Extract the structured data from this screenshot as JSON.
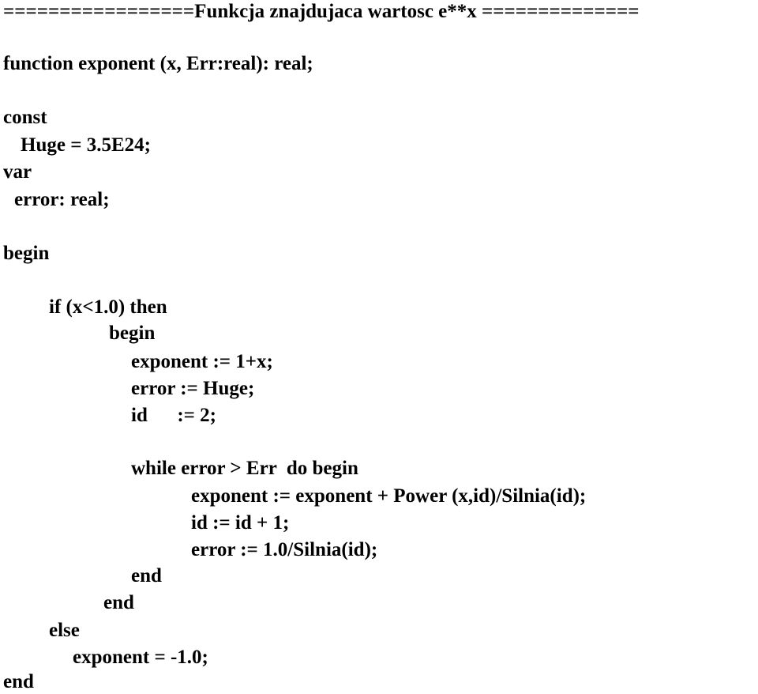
{
  "code": {
    "lines": [
      "=================Funkcja znajdujaca wartosc e**x ==============",
      "function exponent (x, Err:real): real;",
      "const",
      "Huge = 3.5E24;",
      "var",
      "error: real;",
      "begin",
      "if (x<1.0) then",
      "begin",
      "exponent := 1+x;",
      "error := Huge;",
      "id      := 2;",
      "while error > Err  do begin",
      "exponent := exponent + Power (x,id)/Silnia(id);",
      "id := id + 1;",
      "error := 1.0/Silnia(id);",
      "end",
      "end",
      "else",
      "exponent = -1.0;",
      "end"
    ]
  }
}
